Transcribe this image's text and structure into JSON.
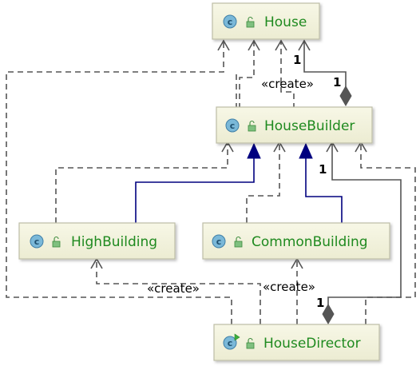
{
  "classes": {
    "house": {
      "name": "House",
      "icon": "class-icon"
    },
    "house_builder": {
      "name": "HouseBuilder",
      "icon": "class-icon"
    },
    "high_building": {
      "name": "HighBuilding",
      "icon": "class-icon"
    },
    "common_building": {
      "name": "CommonBuilding",
      "icon": "class-icon"
    },
    "house_director": {
      "name": "HouseDirector",
      "icon": "runnable-class-icon"
    }
  },
  "labels": {
    "create_builder_house": "«create»",
    "create_director_high": "«create»",
    "create_director_common": "«create»",
    "mult_house_side": "1",
    "mult_builder_side": "1",
    "mult_builder_director_side": "1",
    "mult_director_side": "1"
  },
  "colors": {
    "box_fill": "#f2f2dc",
    "box_border": "#bdbda6",
    "class_name": "#1f8a1f",
    "dashed_line": "#555555",
    "inheritance_line": "#00007f",
    "composition": "#555555"
  }
}
